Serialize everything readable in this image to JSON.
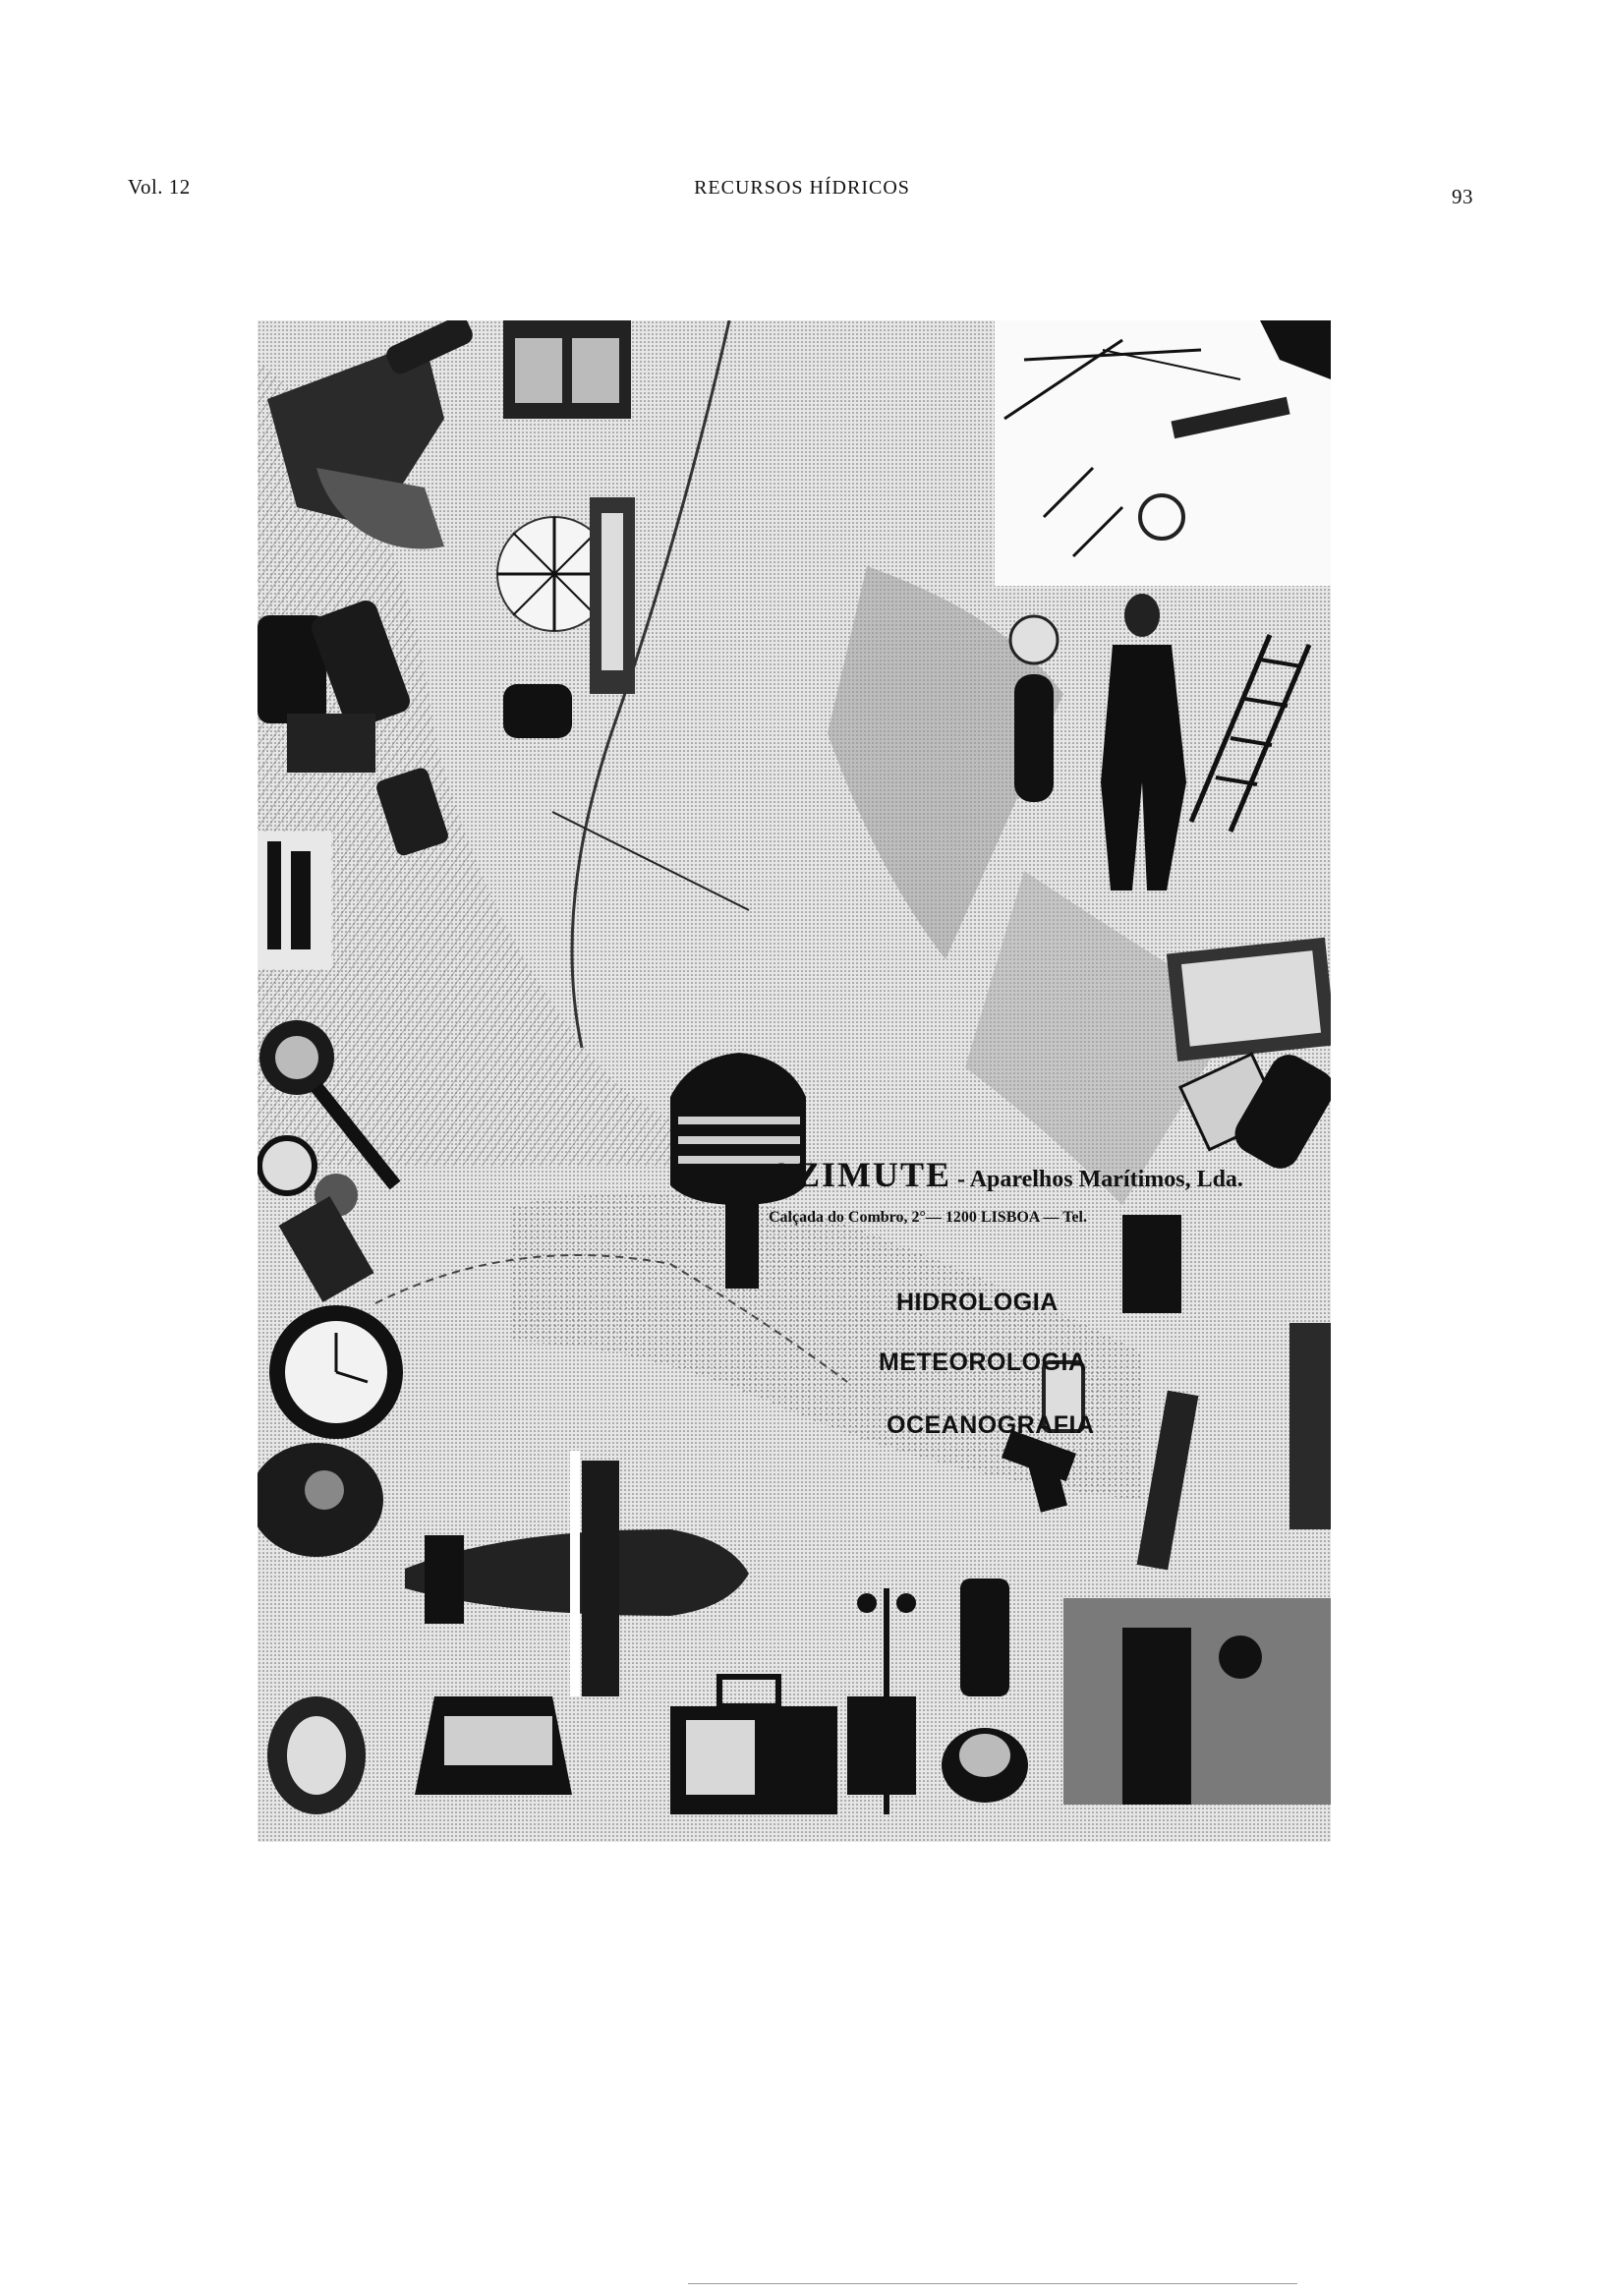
{
  "header": {
    "volume": "Vol. 12",
    "journal_title": "RECURSOS HÍDRICOS",
    "page_number": "93"
  },
  "advertisement": {
    "company_name": "AZIMUTE",
    "company_tagline": "- Aparelhos Marítimos, Lda.",
    "address": "Calçada do Combro, 2°— 1200 LISBOA — Tel.",
    "fields": [
      "HIDROLOGIA",
      "METEOROLOGIA",
      "OCEANOGRAFIA"
    ]
  },
  "colors": {
    "ink": "#111111",
    "halftone": "#9a9a9a",
    "paper": "#ffffff"
  }
}
